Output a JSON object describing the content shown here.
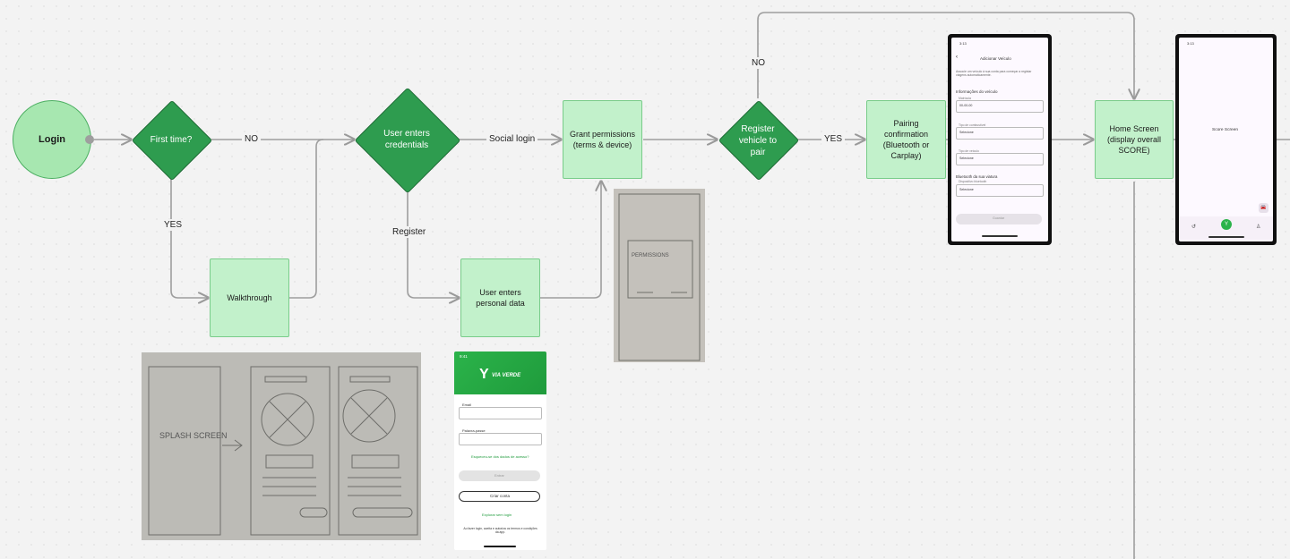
{
  "nodes": {
    "login": "Login",
    "first_time": "First time?",
    "walkthrough": "Walkthrough",
    "user_enters_credentials": "User enters credentials",
    "user_enters_personal_data": "User enters personal data",
    "grant_permissions": "Grant permissions (terms & device)",
    "register_vehicle": "Register vehicle to pair",
    "pairing_confirmation": "Pairing confirmation (Bluetooth or Carplay)",
    "home_screen": "Home Screen (display overall SCORE)"
  },
  "edge_labels": {
    "no_first": "NO",
    "yes_first": "YES",
    "social_login": "Social login",
    "register": "Register",
    "yes_register": "YES",
    "no_register": "NO"
  },
  "sketches": {
    "splash_text": "SPLASH SCREEN",
    "permissions_text": "PERMISSIONS"
  },
  "phone_add_vehicle": {
    "time": "3:13",
    "title": "Adicionar Veículo",
    "intro": "Associe um veículo à sua conta para começar a registar viagens automaticamente.",
    "section_info": "Informações do veículo",
    "plate_label": "Matrícula",
    "plate_value": "00-00-00",
    "fuel_label": "Tipo de combustível",
    "fuel_value": "Selecione",
    "vehicle_type_label": "Tipo de veículo",
    "vehicle_type_value": "Selecione",
    "section_bt": "Bluetooth da sua viatura",
    "device_label": "Dispositivo bluetooth",
    "device_value": "Selecione",
    "button": "Guardar"
  },
  "phone_score": {
    "time": "3:13",
    "title": "Score Screen"
  },
  "via_verde": {
    "time": "9:41",
    "brand": "VIA VERDE",
    "email_label": "Email",
    "password_label": "Palavra-passe",
    "forgot": "Esqueceu-se dos dados de acesso?",
    "login_button": "Entrar",
    "create_button": "Criar conta",
    "explore": "Explorar sem login",
    "footer": "Ao fazer login, aceita e autoriza os termos e condições da app."
  },
  "colors": {
    "diamond": "#2e9c4f",
    "box": "#c2f1cb",
    "circle": "#a7e7b0",
    "brand_green": "#2bb34a"
  }
}
